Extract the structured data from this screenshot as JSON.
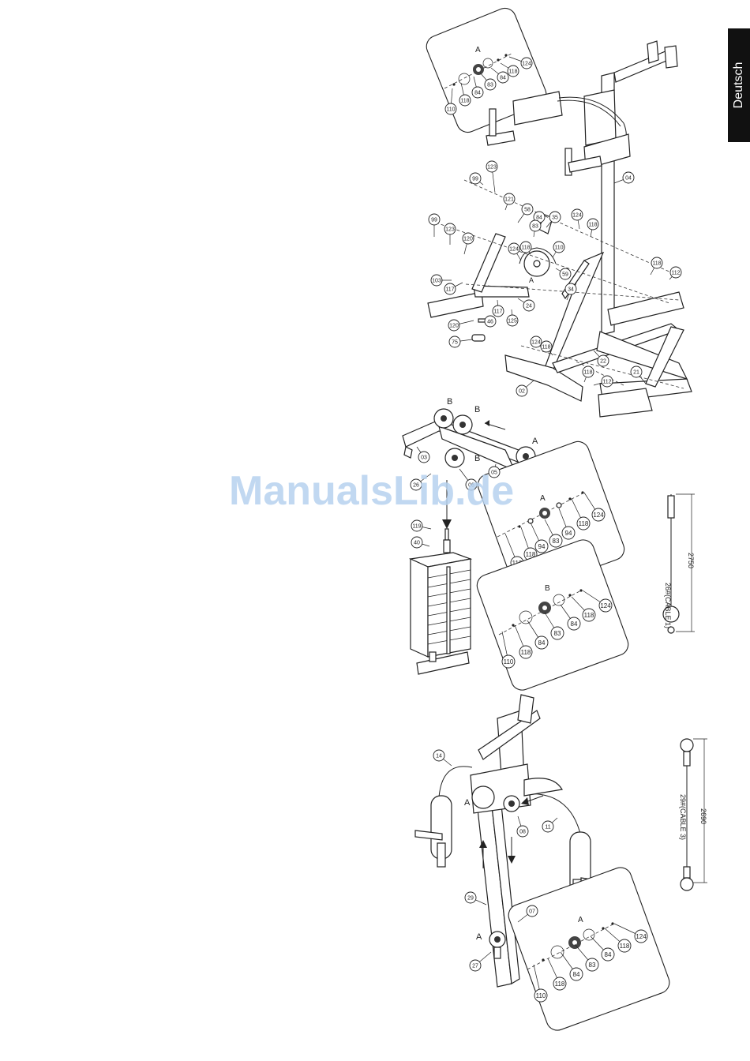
{
  "page": {
    "language_tab": "Deutsch",
    "watermark": "ManualsLib.de"
  },
  "diagram1": {
    "inset_letter": "A",
    "inset_parts": [
      "110",
      "118",
      "84",
      "83",
      "84",
      "118",
      "124"
    ],
    "callouts": [
      "04",
      "99",
      "123",
      "121",
      "58",
      "84",
      "83",
      "35",
      "124",
      "118",
      "99",
      "123",
      "120",
      "118",
      "110",
      "124",
      "59",
      "118",
      "112",
      "103",
      "117",
      "34",
      "24",
      "117",
      "125",
      "120",
      "46",
      "75",
      "124",
      "118",
      "22",
      "118",
      "02",
      "112",
      "21"
    ],
    "pulley_letter": "A"
  },
  "diagram2": {
    "letters": [
      "B",
      "B",
      "B",
      "A"
    ],
    "callouts": [
      "03",
      "26",
      "06",
      "05",
      "119",
      "40"
    ],
    "inset_a": {
      "letter": "A",
      "parts": [
        "112",
        "118",
        "94",
        "83",
        "94",
        "118",
        "124"
      ]
    },
    "inset_b": {
      "letter": "B",
      "parts": [
        "110",
        "118",
        "84",
        "83",
        "84",
        "118",
        "124"
      ]
    },
    "cable1": {
      "label": "26#(CABLE 1)",
      "length": "2750"
    }
  },
  "diagram3": {
    "callouts": [
      "14",
      "11",
      "08",
      "29",
      "07",
      "27"
    ],
    "letters": [
      "A",
      "A"
    ],
    "inset_a": {
      "letter": "A",
      "parts": [
        "110",
        "118",
        "84",
        "83",
        "84",
        "118",
        "124"
      ]
    },
    "cable3": {
      "label": "29#(CABLE 3)",
      "length": "2690"
    }
  }
}
